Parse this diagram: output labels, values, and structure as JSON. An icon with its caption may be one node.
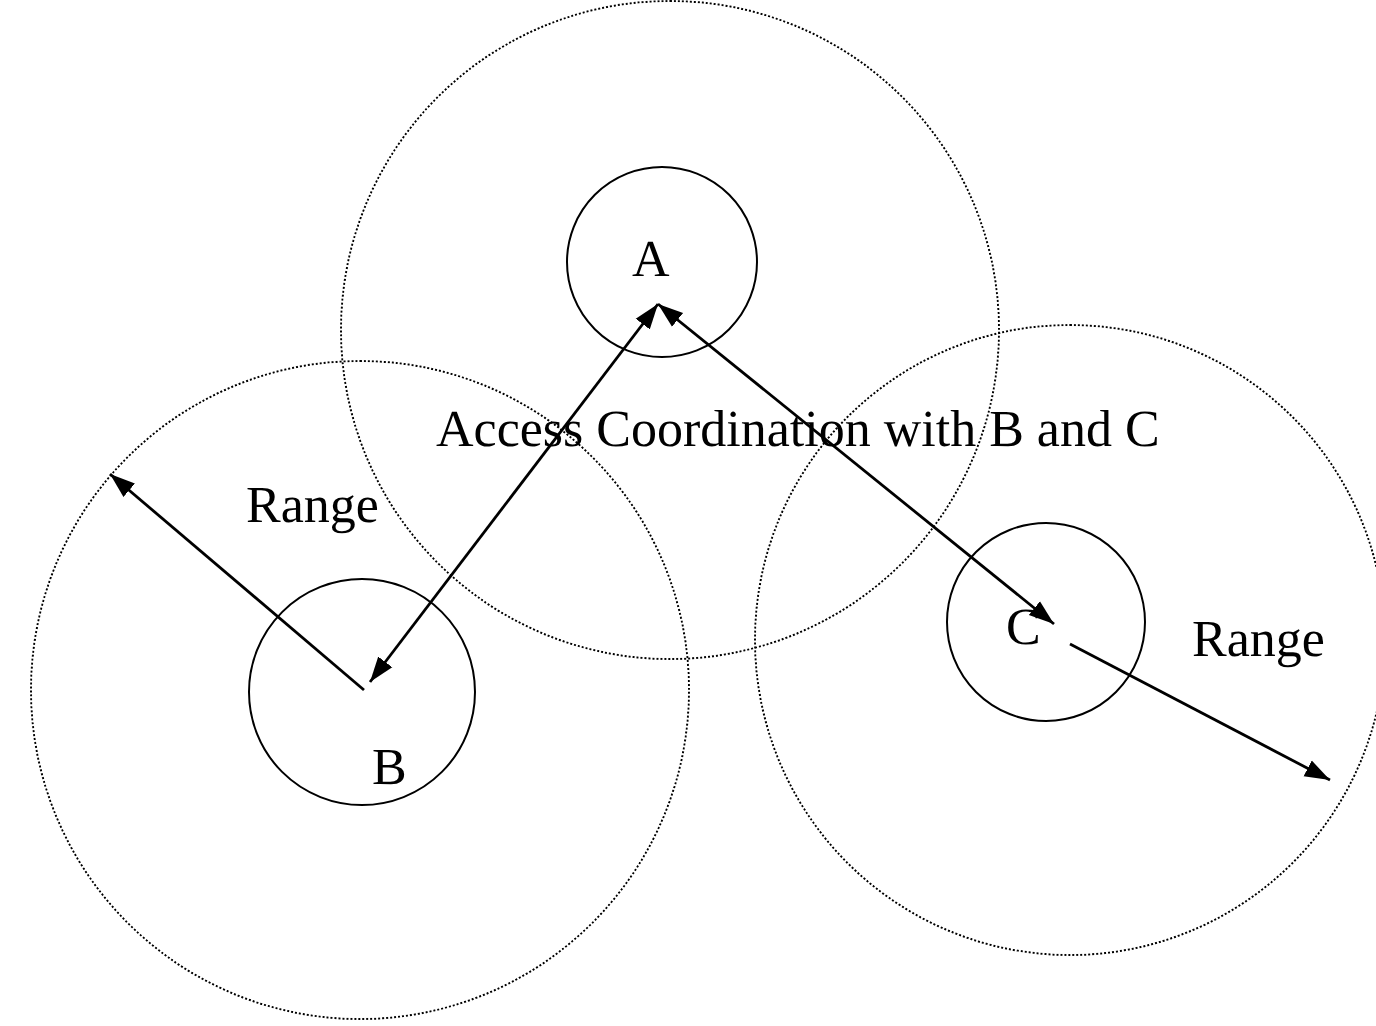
{
  "diagram": {
    "nodes": [
      {
        "text": [],
        "shape": "circle"
      },
      {
        "text": [
          "A"
        ],
        "in": 0
      },
      {
        "text": [],
        "shape": "circle"
      },
      {
        "text": [
          "B"
        ],
        "in": 2
      },
      {
        "text": [],
        "shape": "circle"
      },
      {
        "text": [
          "C"
        ],
        "in": 4
      }
    ],
    "edges": [
      {
        "from": 1,
        "to": 3,
        "arrow": "both"
      },
      {
        "from": 1,
        "to": 5,
        "arrow": "both"
      }
    ],
    "labels": [
      "Access Coordination with B and C",
      "Range",
      "Range"
    ]
  }
}
